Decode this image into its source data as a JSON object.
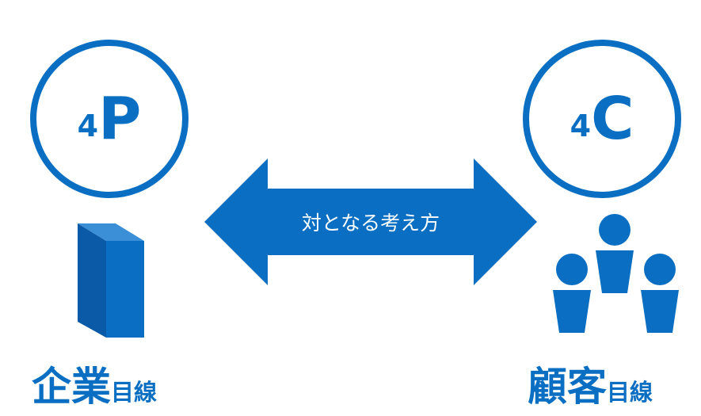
{
  "colors": {
    "primary": "#0a6fc2",
    "building_top": "#3a8fd6",
    "text_on_arrow": "#ffffff"
  },
  "left": {
    "badge_number": "4",
    "badge_letter": "P",
    "caption_main": "企業",
    "caption_sub": "目線",
    "icon": "building-icon"
  },
  "right": {
    "badge_number": "4",
    "badge_letter": "C",
    "caption_main": "顧客",
    "caption_sub": "目線",
    "icon": "people-icon"
  },
  "arrow": {
    "label": "対となる考え方",
    "icon": "double-arrow-icon"
  }
}
